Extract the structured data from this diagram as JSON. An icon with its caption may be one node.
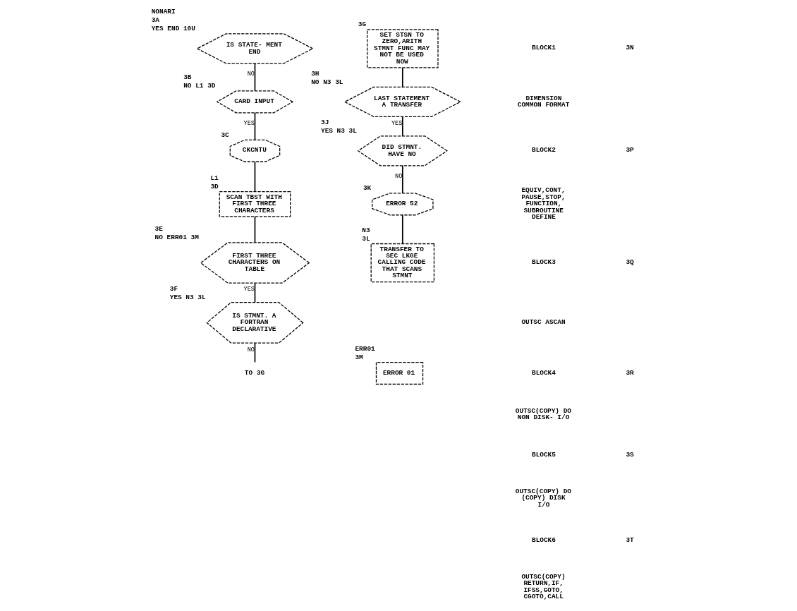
{
  "diagram": {
    "nodes": [
      {
        "text": [
          "IS STATE- MENT END"
        ],
        "beside": [
          "NONARI",
          "3A",
          "YES END 10U"
        ]
      },
      {
        "text": [
          "CARD INPUT"
        ],
        "beside": [
          "3B",
          "NO L1 3D"
        ]
      },
      {
        "text": [
          "CKCNTU"
        ],
        "beside": [
          "3C"
        ]
      },
      {
        "text": [
          "SCAN TBST WITH FIRST THREE CHARACTERS"
        ],
        "beside": [
          "L1",
          "3D"
        ]
      },
      {
        "text": [
          "FIRST THREE CHARACTERS ON TABLE"
        ],
        "beside": [
          "3E",
          "NO ERR01 3M"
        ]
      },
      {
        "text": [
          "IS STMNT. A FORTRAN DECLARATIVE"
        ],
        "beside": [
          "3F",
          "YES N3 3L"
        ]
      },
      {
        "text": [
          "TO 3G"
        ]
      },
      {
        "text": [
          "SET STSN TO ZERO,ARITH STMNT FUNC MAY NOT BE USED NOW"
        ],
        "beside": [
          "3G"
        ]
      },
      {
        "text": [
          "LAST STATEMENT A TRANSFER"
        ],
        "beside": [
          "3H",
          "NO N3 3L"
        ]
      },
      {
        "text": [
          "DID STMNT. HAVE NO"
        ],
        "beside": [
          "3J",
          "YES N3 3L"
        ]
      },
      {
        "text": [
          "ERROR 52"
        ],
        "beside": [
          "3K"
        ]
      },
      {
        "text": [
          "TRANSFER TO SEC LKGE CALLING CODE THAT SCANS STMNT"
        ],
        "beside": [
          "N3",
          "3L"
        ]
      },
      {
        "text": [
          "ERROR 01"
        ],
        "beside": [
          "ERR01",
          "3M"
        ]
      }
    ],
    "edges": [
      {
        "from": 0,
        "to": 1,
        "arrow": "none",
        "label": "NO"
      },
      {
        "from": 1,
        "to": 2,
        "arrow": "none",
        "label": "YES"
      },
      {
        "from": 2,
        "to": 3,
        "arrow": "none"
      },
      {
        "from": 3,
        "to": 4,
        "arrow": "none"
      },
      {
        "from": 4,
        "to": 5,
        "arrow": "none",
        "label": "YES"
      },
      {
        "from": 5,
        "to": 6,
        "arrow": "none",
        "label": "NO"
      },
      {
        "from": 7,
        "to": 8,
        "arrow": "none"
      },
      {
        "from": 8,
        "to": 9,
        "arrow": "none",
        "label": "YES"
      },
      {
        "from": 9,
        "to": 10,
        "arrow": "none",
        "label": "NO"
      },
      {
        "from": 10,
        "to": 11,
        "arrow": "none"
      }
    ],
    "labels": [
      "BLOCK1",
      "3N",
      "DIMENSION COMMON FORMAT",
      "BLOCK2",
      "3P",
      "EQUIV,CONT, PAUSE,STOP, FUNCTION, SUBROUTINE DEFINE",
      "BLOCK3",
      "3Q",
      "OUTSC ASCAN",
      "BLOCK4",
      "3R",
      "OUTSC(COPY) DO NON DISK- I/O",
      "BLOCK5",
      "3S",
      "OUTSC(COPY) DO (COPY) DISK I/O",
      "BLOCK6",
      "3T",
      "OUTSC(COPY) RETURN,IF, IFSS,GOTO, CGOTO,CALL"
    ]
  }
}
